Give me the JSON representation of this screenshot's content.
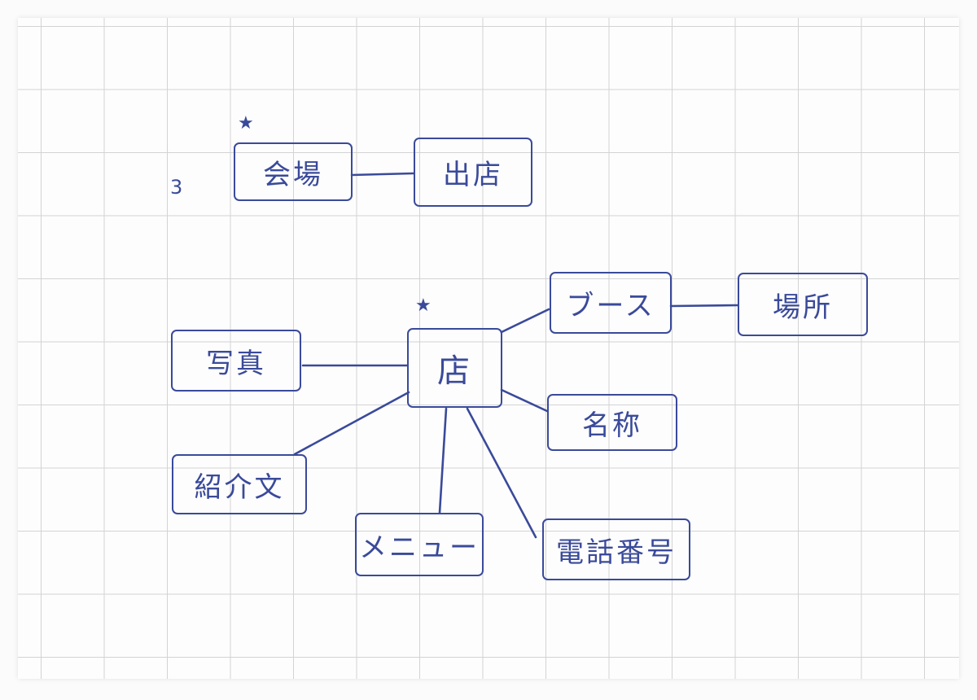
{
  "colors": {
    "ink": "#3a4a9a",
    "grid": "#d3d3d3",
    "paper": "#fdfdfd"
  },
  "top_cluster": {
    "marker": "3",
    "star": "★",
    "venue": "会場",
    "stall": "出店"
  },
  "shop_cluster": {
    "star": "★",
    "shop": "店",
    "photo": "写真",
    "intro": "紹介文",
    "menu": "メニュー",
    "phone": "電話番号",
    "name": "名称",
    "booth": "ブース",
    "place": "場所"
  }
}
